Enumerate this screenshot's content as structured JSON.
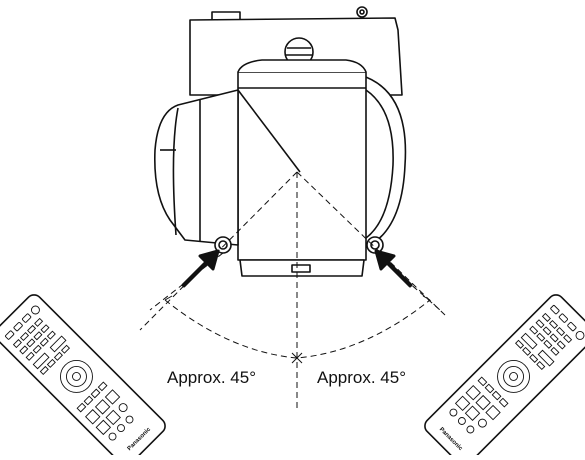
{
  "diagram": {
    "labels": {
      "left_angle": "Approx. 45°",
      "right_angle": "Approx. 45°"
    },
    "remote_brand": "Panasonic",
    "colors": {
      "line": "#111111",
      "fill": "#ffffff"
    }
  }
}
